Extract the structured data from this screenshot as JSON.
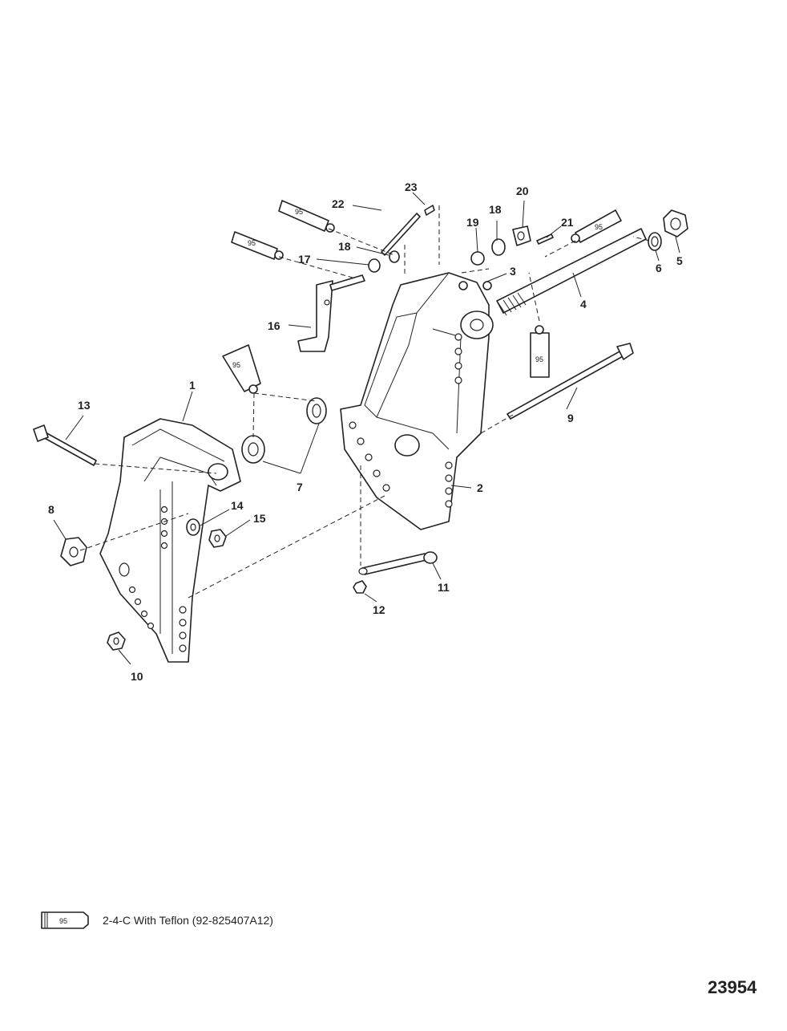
{
  "callouts": [
    {
      "id": "c1",
      "label": "1"
    },
    {
      "id": "c2",
      "label": "2"
    },
    {
      "id": "c3",
      "label": "3"
    },
    {
      "id": "c4",
      "label": "4"
    },
    {
      "id": "c5",
      "label": "5"
    },
    {
      "id": "c6",
      "label": "6"
    },
    {
      "id": "c7",
      "label": "7"
    },
    {
      "id": "c8",
      "label": "8"
    },
    {
      "id": "c9",
      "label": "9"
    },
    {
      "id": "c10",
      "label": "10"
    },
    {
      "id": "c11",
      "label": "11"
    },
    {
      "id": "c12",
      "label": "12"
    },
    {
      "id": "c13",
      "label": "13"
    },
    {
      "id": "c14",
      "label": "14"
    },
    {
      "id": "c15",
      "label": "15"
    },
    {
      "id": "c16",
      "label": "16"
    },
    {
      "id": "c17",
      "label": "17"
    },
    {
      "id": "c18a",
      "label": "18"
    },
    {
      "id": "c18b",
      "label": "18"
    },
    {
      "id": "c19",
      "label": "19"
    },
    {
      "id": "c20",
      "label": "20"
    },
    {
      "id": "c21",
      "label": "21"
    },
    {
      "id": "c22",
      "label": "22"
    },
    {
      "id": "c23",
      "label": "23"
    }
  ],
  "lubricant_tube_label": "95",
  "legend": {
    "tube_label": "95",
    "text": "2-4-C  With Teflon (92-825407A12)"
  },
  "drawing_number": "23954"
}
